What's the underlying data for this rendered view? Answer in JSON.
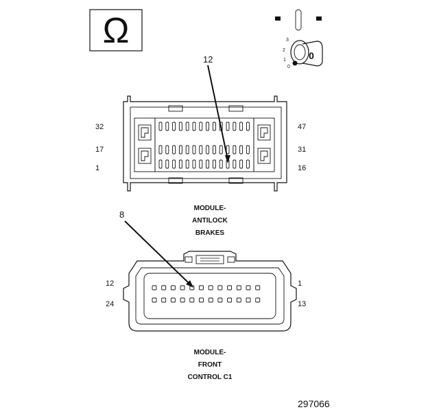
{
  "ignition_key": {
    "symbol": "Ω",
    "positions": [
      "3",
      "2",
      "1",
      "0"
    ],
    "key_face": "0"
  },
  "abs_connector": {
    "callout": "12",
    "pin_labels": {
      "left_top": "32",
      "left_mid": "17",
      "left_bottom": "1",
      "right_top": "47",
      "right_mid": "31",
      "right_bottom": "16"
    },
    "caption": [
      "MODULE-",
      "ANTILOCK",
      "BRAKES"
    ]
  },
  "front_control_connector": {
    "callout": "8",
    "pin_labels": {
      "left_top": "12",
      "left_bottom": "24",
      "right_top": "1",
      "right_bottom": "13"
    },
    "caption": [
      "MODULE-",
      "FRONT",
      "CONTROL C1"
    ]
  },
  "figure_number": "297066"
}
